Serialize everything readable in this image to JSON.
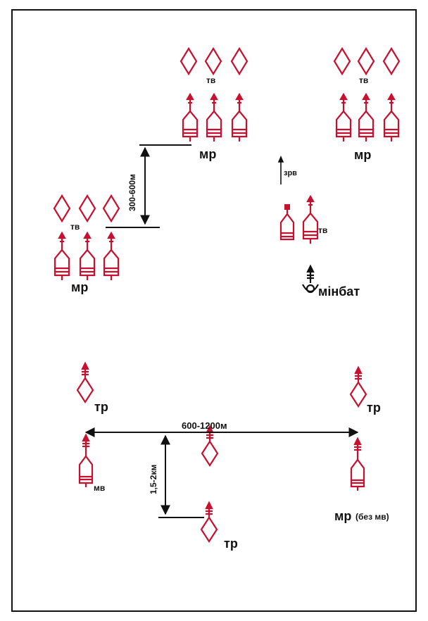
{
  "colors": {
    "unit": "#c8102e",
    "line": "#111111",
    "text": "#111111"
  },
  "labels": {
    "tv": "тв",
    "mr": "мр",
    "zrv": "зрв",
    "minbat": "мінбат",
    "tr": "тр",
    "mv": "мв",
    "mr_bez_mv": "мр",
    "bez_mv": "(без мв)"
  },
  "dimensions": {
    "echelon_gap": "300-600м",
    "frontage": "600-1200м",
    "depth": "1,5-2км"
  }
}
